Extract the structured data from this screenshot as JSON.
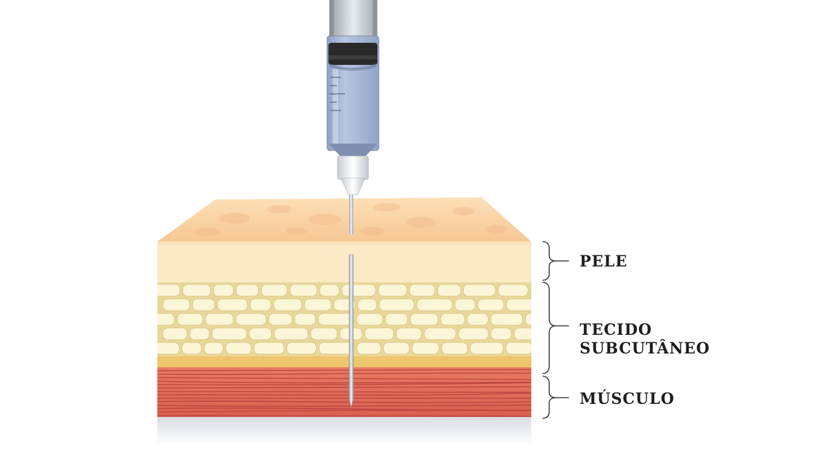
{
  "labels": {
    "skin": "PELE",
    "subcutaneous_line1": "TECIDO",
    "subcutaneous_line2": "SUBCUTÂNEO",
    "muscle": "MÚSCULO"
  },
  "colors": {
    "skin_surface": "#f6c794",
    "skin_layer": "#fce9c6",
    "fat_background": "#e9d89b",
    "fat_cell": "#fcf6d8",
    "fat_bottom_band": "#efc66c",
    "muscle": "#e0705c",
    "muscle_fiber": "#c24a45",
    "syringe_liquid": "#a8b8d6",
    "plunger": "#2a2a2a",
    "bracket": "#444444"
  }
}
